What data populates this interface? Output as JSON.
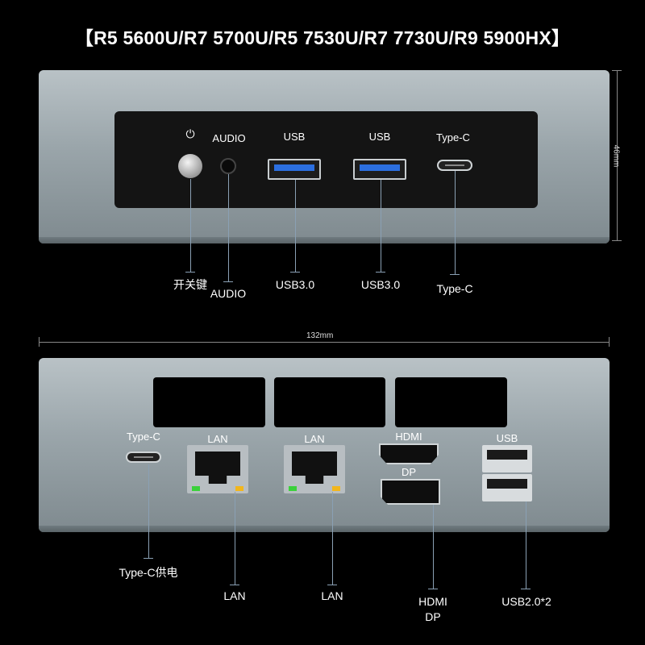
{
  "title": "【R5 5600U/R7 5700U/R5 7530U/R7 7730U/R9 5900HX】",
  "dimensions": {
    "height": "46mm",
    "width": "132mm"
  },
  "front": {
    "ports": {
      "power_symbol": "⏻",
      "audio": "AUDIO",
      "usb_a": "USB",
      "usb_b": "USB",
      "typec": "Type-C"
    },
    "callouts": {
      "power": "开关键",
      "audio": "AUDIO",
      "usb_a": "USB3.0",
      "usb_b": "USB3.0",
      "typec": "Type-C"
    }
  },
  "rear": {
    "ports": {
      "typec": "Type-C",
      "lan_a": "LAN",
      "lan_b": "LAN",
      "hdmi": "HDMI",
      "dp": "DP",
      "usb": "USB"
    },
    "callouts": {
      "typec": "Type-C供电",
      "lan_a": "LAN",
      "lan_b": "LAN",
      "hdmi_line1": "HDMI",
      "hdmi_line2": "DP",
      "usb": "USB2.0*2"
    }
  },
  "colors": {
    "usb3_tongue": "#2c6fe0",
    "led_green": "#3bd13b",
    "led_amber": "#f2b61c"
  }
}
